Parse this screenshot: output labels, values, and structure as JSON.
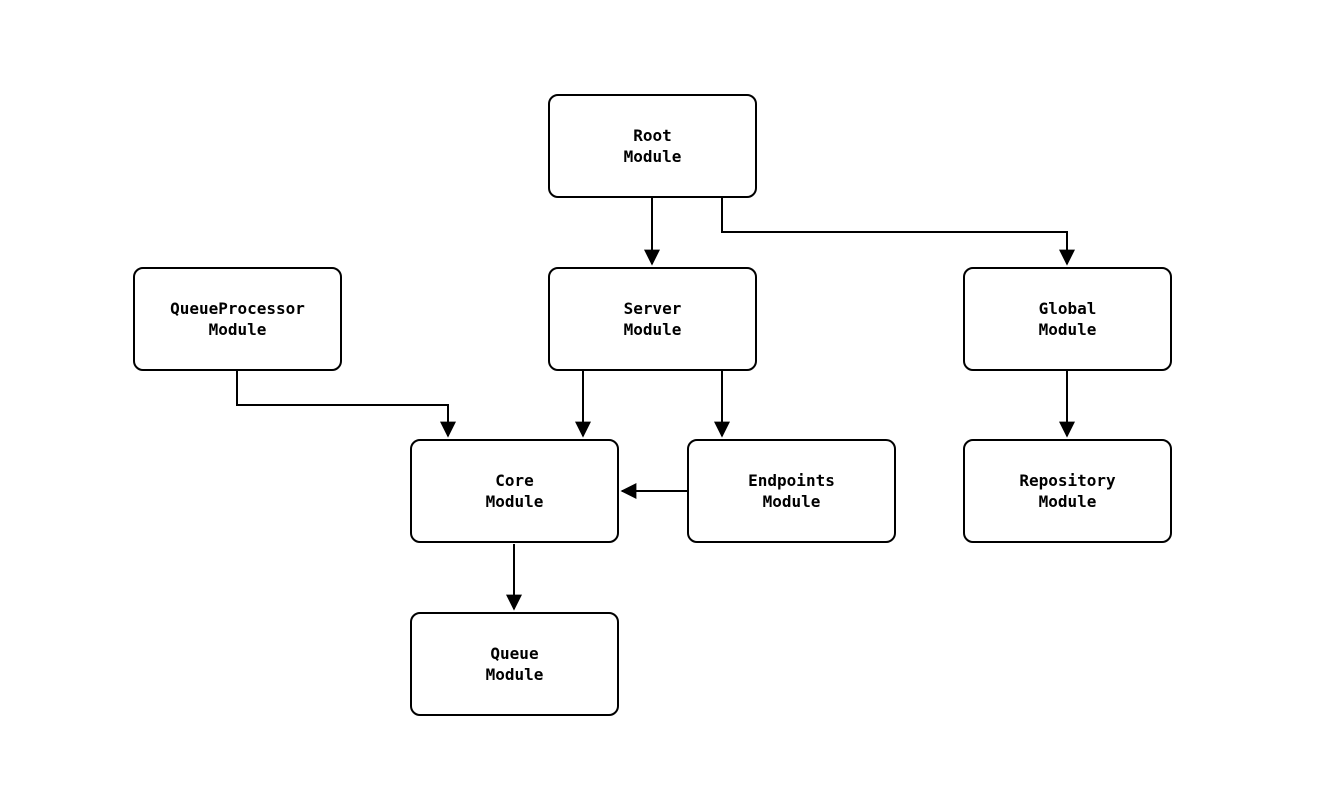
{
  "diagram": {
    "type": "module-dependency-graph",
    "colors": {
      "stroke": "#000000",
      "node_fill": "#ffffff",
      "background": "#ffffff"
    },
    "nodes": {
      "root": {
        "label": "Root\nModule"
      },
      "queueprocessor": {
        "label": "QueueProcessor\nModule"
      },
      "server": {
        "label": "Server\nModule"
      },
      "global": {
        "label": "Global\nModule"
      },
      "core": {
        "label": "Core\nModule"
      },
      "endpoints": {
        "label": "Endpoints\nModule"
      },
      "repository": {
        "label": "Repository\nModule"
      },
      "queue": {
        "label": "Queue\nModule"
      }
    },
    "edges": [
      {
        "from": "Root Module",
        "to": "Server Module"
      },
      {
        "from": "Root Module",
        "to": "Global Module"
      },
      {
        "from": "QueueProcessor Module",
        "to": "Core Module"
      },
      {
        "from": "Server Module",
        "to": "Core Module"
      },
      {
        "from": "Server Module",
        "to": "Endpoints Module"
      },
      {
        "from": "Endpoints Module",
        "to": "Core Module"
      },
      {
        "from": "Global Module",
        "to": "Repository Module"
      },
      {
        "from": "Core Module",
        "to": "Queue Module"
      }
    ]
  }
}
